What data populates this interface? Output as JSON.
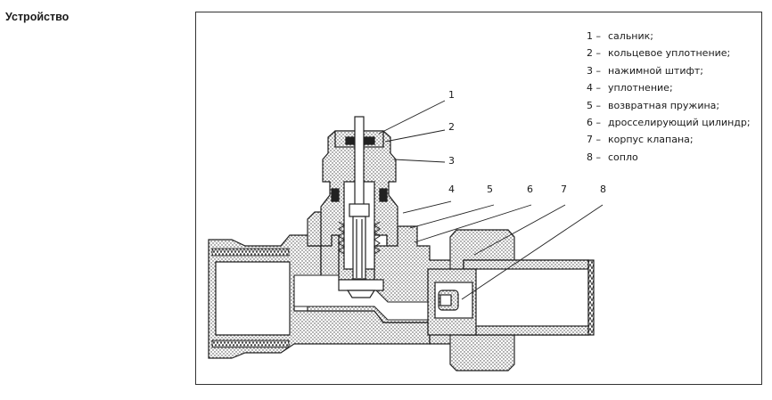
{
  "heading": "Устройство",
  "legend": [
    {
      "num": "1 –",
      "text": "сальник;"
    },
    {
      "num": "2 –",
      "text": "кольцевое уплотнение;"
    },
    {
      "num": "3 –",
      "text": "нажимной штифт;"
    },
    {
      "num": "4 –",
      "text": "уплотнение;"
    },
    {
      "num": "5 –",
      "text": "возвратная пружина;"
    },
    {
      "num": "6 –",
      "text": "дросселирующий цилиндр;"
    },
    {
      "num": "7 –",
      "text": "корпус клапана;"
    },
    {
      "num": "8 –",
      "text": "сопло"
    }
  ],
  "callouts": [
    "1",
    "2",
    "3",
    "4",
    "5",
    "6",
    "7",
    "8"
  ]
}
